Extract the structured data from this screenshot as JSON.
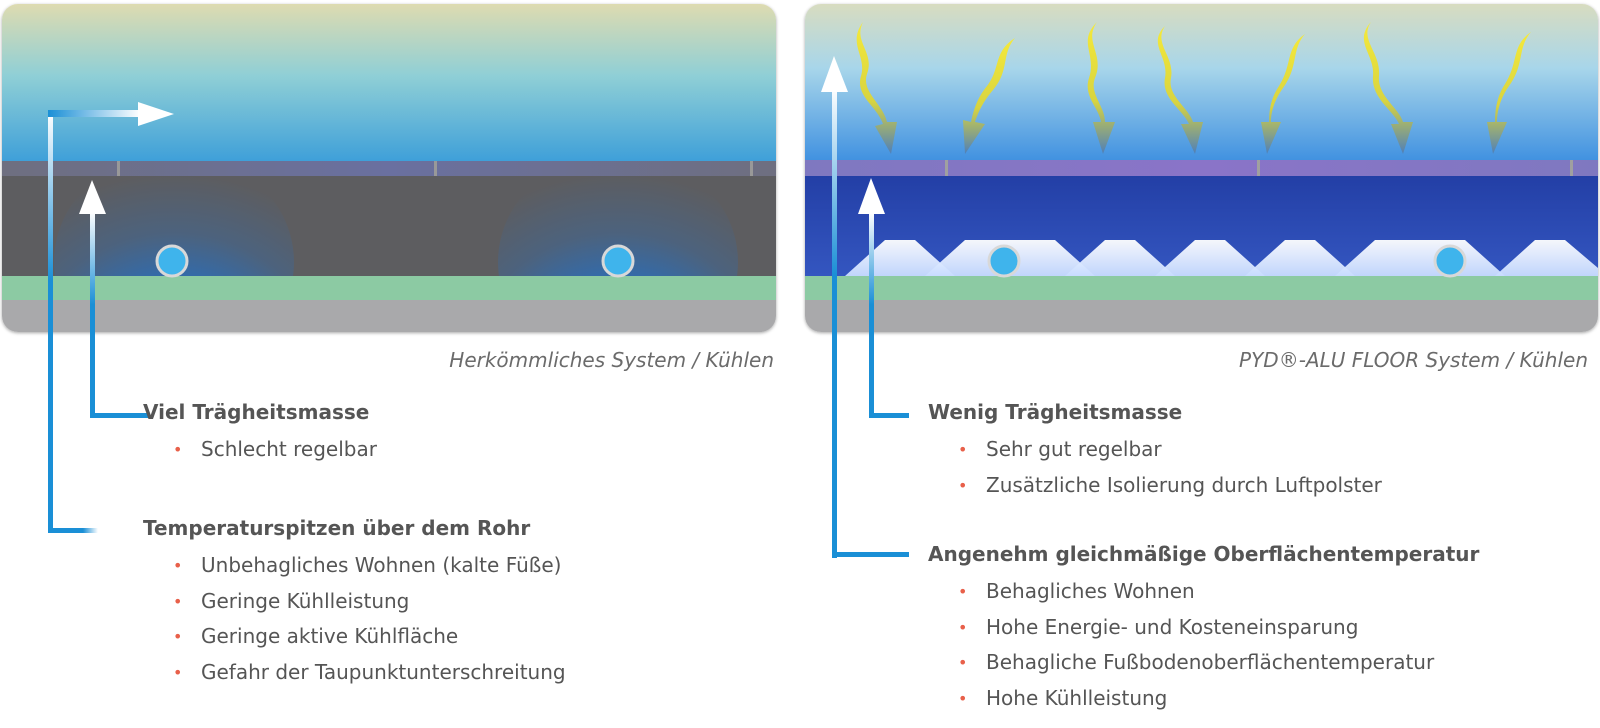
{
  "left": {
    "caption": "Herkömmliches System / Kühlen",
    "blocks": [
      {
        "heading": "Viel Trägheitsmasse",
        "items": [
          "Schlecht regelbar"
        ]
      },
      {
        "heading": "Temperaturspitzen über dem Rohr",
        "items": [
          "Unbehagliches Wohnen (kalte Füße)",
          "Geringe Kühlleistung",
          "Geringe aktive Kühlfläche",
          "Gefahr der Taupunktunterschreitung"
        ]
      }
    ]
  },
  "right": {
    "caption": "PYD®-ALU FLOOR System / Kühlen",
    "blocks": [
      {
        "heading": "Wenig Trägheitsmasse",
        "items": [
          "Sehr gut regelbar",
          "Zusätzliche Isolierung durch Luftpolster"
        ]
      },
      {
        "heading": "Angenehm gleichmäßige Oberflächentemperatur",
        "items": [
          "Behagliches Wohnen",
          "Hohe Energie- und Kosteneinsparung",
          "Behagliche Fußbodenoberflächentemperatur",
          "Hohe Kühlleistung"
        ]
      }
    ]
  },
  "colors": {
    "arrow_blue": "#1a8fd6",
    "bullet": "#e8604a",
    "screed_gray": "#5d5d60",
    "screed_blue": "#2d4fb0",
    "insulation_green": "#8ccaa3",
    "base_gray": "#a9a9ab",
    "pipe": "#3fb4ec",
    "wave_yellow": "#f2e23a"
  },
  "icons": [
    "arrow-up-icon",
    "arrow-right-icon",
    "cool-air-wave-icon",
    "pipe-icon",
    "bullet-icon"
  ]
}
